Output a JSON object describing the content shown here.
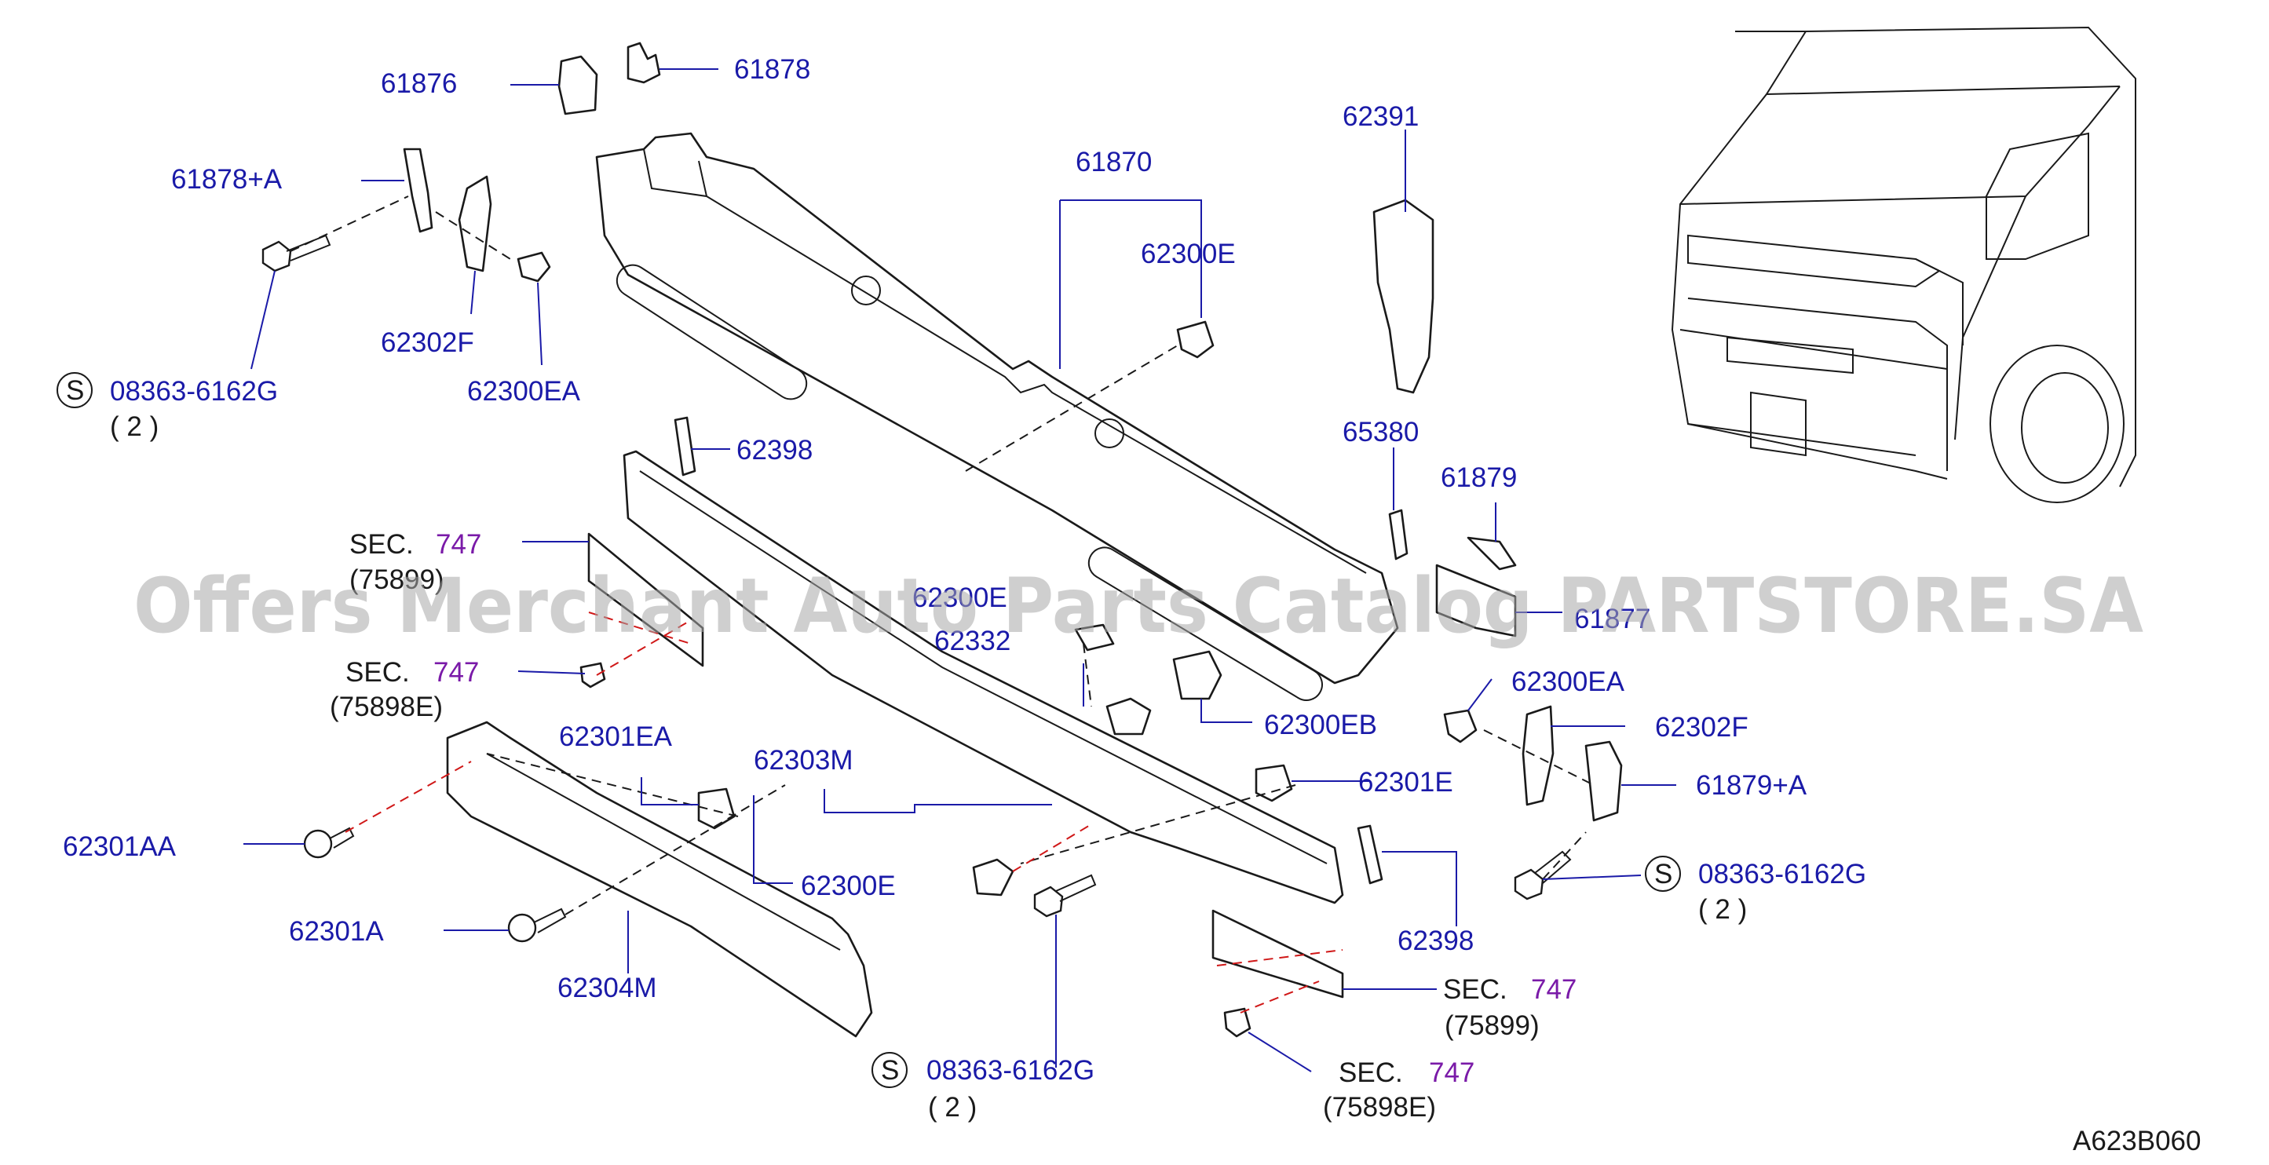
{
  "figure_code": "A623B060",
  "watermark": "Offers Merchant Auto Parts Catalog PARTSTORE.SA",
  "colors": {
    "label": "#1a1aa8",
    "section_ref": "#7a1aa8",
    "outline": "#1a1a1a",
    "leader_red": "#d01818",
    "watermark": "#a8a8a8"
  },
  "labels": {
    "p61876": "61876",
    "p61878": "61878",
    "p61878a": "61878+A",
    "p62302f_l": "62302F",
    "p62300ea_l": "62300EA",
    "bolt_l": "08363-6162G",
    "qty_l": "( 2 )",
    "p62398_top": "62398",
    "sec1": "SEC.",
    "sec1_num": "747",
    "sec1_ref": "(75899)",
    "sec2": "SEC.",
    "sec2_num": "747",
    "sec2_ref": "(75898E)",
    "p61870": "61870",
    "p62300e_top": "62300E",
    "p62391": "62391",
    "p65380": "65380",
    "p61879": "61879",
    "p62300e_mid": "62300E",
    "p62332": "62332",
    "p61877": "61877",
    "p62300eb": "62300EB",
    "p62300ea_r": "62300EA",
    "p62302f_r": "62302F",
    "p61879a": "61879+A",
    "p62301ea": "62301EA",
    "p62303m": "62303M",
    "p62301e": "62301E",
    "p62301aa": "62301AA",
    "p62300e_low": "62300E",
    "bolt_r": "08363-6162G",
    "qty_r": "( 2 )",
    "p62301a": "62301A",
    "p62304m": "62304M",
    "p62398_bot": "62398",
    "sec3": "SEC.",
    "sec3_num": "747",
    "sec3_ref": "(75899)",
    "bolt_b": "08363-6162G",
    "qty_b": "( 2 )",
    "sec4": "SEC.",
    "sec4_num": "747",
    "sec4_ref": "(75898E)",
    "s_mark": "S"
  }
}
